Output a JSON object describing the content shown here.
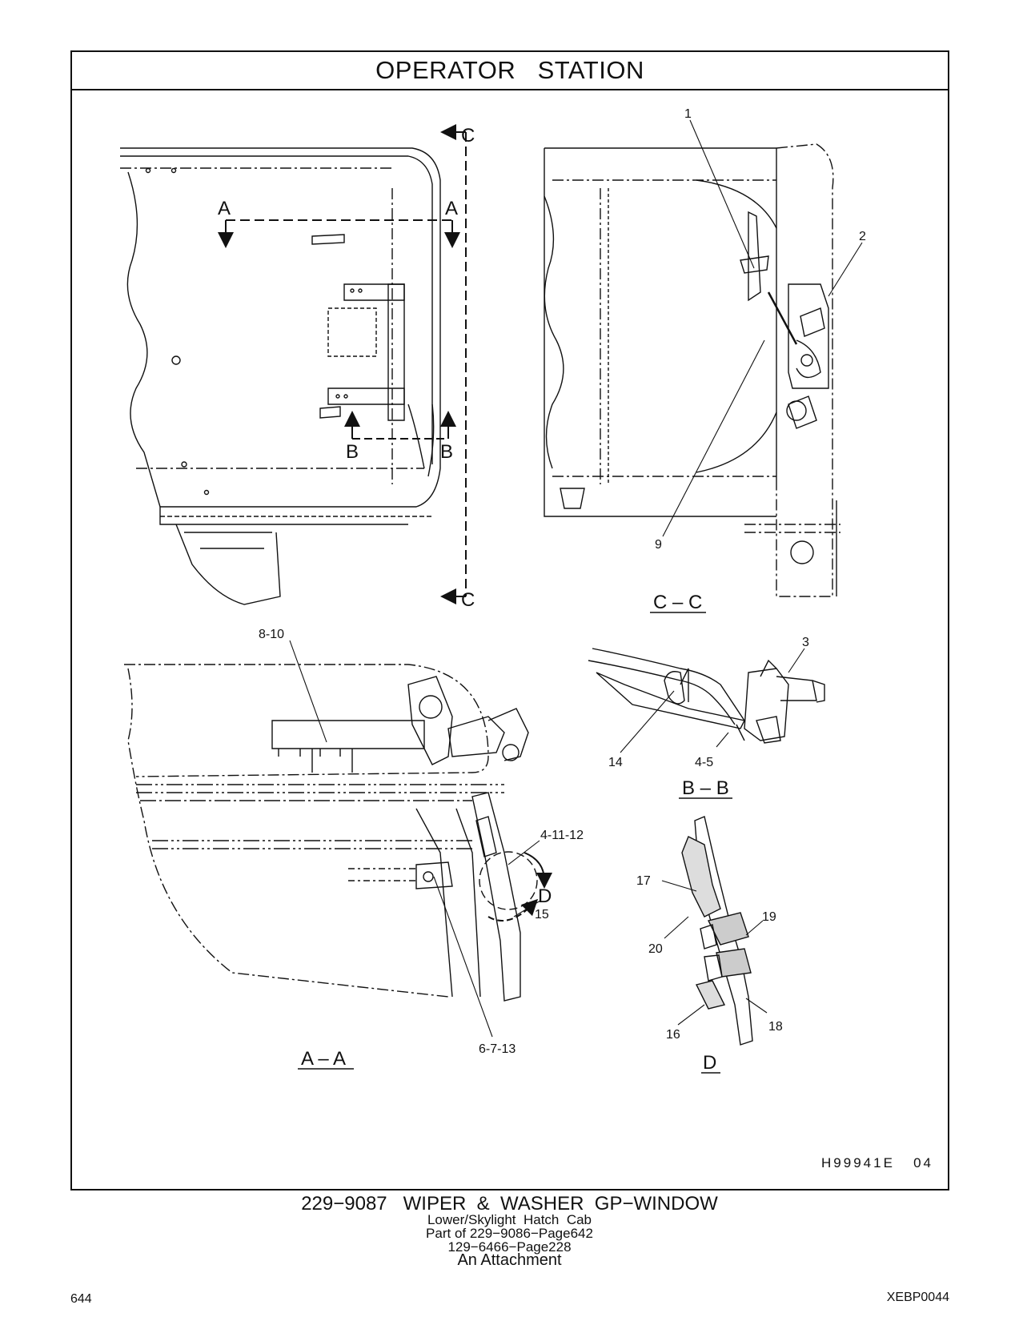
{
  "header": {
    "title": "OPERATOR   STATION"
  },
  "views": {
    "section_cc": "C – C",
    "section_bb": "B – B",
    "section_aa": "A – A",
    "detail_d": "D",
    "cut_a": "A",
    "cut_b": "B",
    "cut_c": "C",
    "detail_callout": "D"
  },
  "callouts": {
    "c1": "1",
    "c2": "2",
    "c9": "9",
    "c3": "3",
    "c14": "14",
    "c4_5": "4-5",
    "c8_10": "8-10",
    "c4_11_12": "4-11-12",
    "c15": "15",
    "c6_7_13": "6-7-13",
    "c17": "17",
    "c19": "19",
    "c20": "20",
    "c16": "16",
    "c18": "18"
  },
  "illustration_ref": "H99941E   04",
  "footer": {
    "part_title": "229−9087   WIPER  &  WASHER  GP−WINDOW",
    "line1": "Lower/Skylight  Hatch  Cab",
    "line2": "Part of 229−9086−Page642",
    "line3": "129−6466−Page228",
    "line4": "An Attachment",
    "page_number": "644",
    "document_code": "XEBP0044"
  }
}
